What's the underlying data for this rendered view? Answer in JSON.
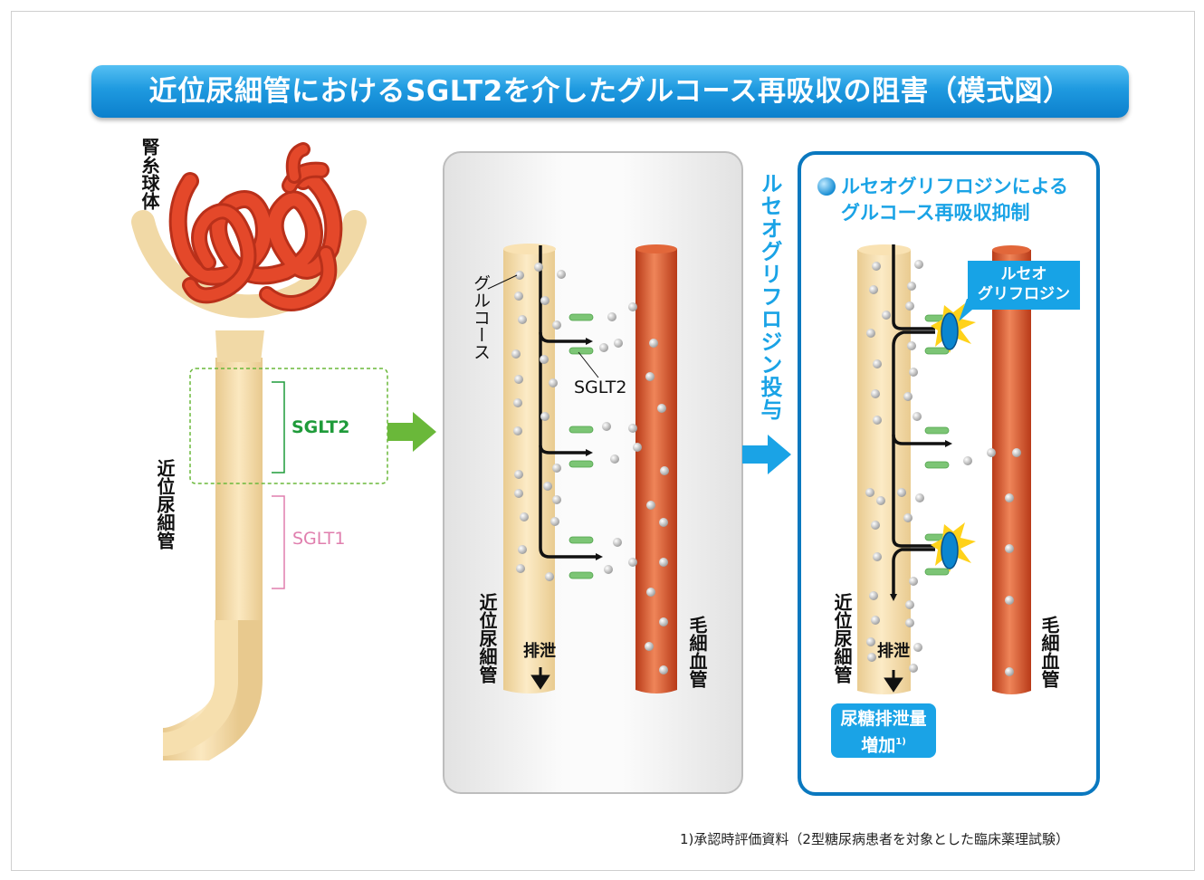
{
  "title": "近位尿細管におけるSGLT2を介したグルコース再吸収の阻害（模式図）",
  "left_diagram": {
    "glomerulus_label": "腎糸球体",
    "tubule_label": "近位尿細管",
    "sglt2_label": "SGLT2",
    "sglt1_label": "SGLT1"
  },
  "middle_panel": {
    "glucose_label": "グルコース",
    "sglt2_label": "SGLT2",
    "tubule_label": "近位尿細管",
    "capillary_label": "毛細血管",
    "excretion_label": "排泄"
  },
  "administration_label": "ルセオグリフロジン投与",
  "right_panel": {
    "heading_line1": "ルセオグリフロジンによる",
    "heading_line2": "グルコース再吸収抑制",
    "drug_callout": "ルセオ\nグリフロジン",
    "drug_callout_line1": "ルセオ",
    "drug_callout_line2": "グリフロジン",
    "tubule_label": "近位尿細管",
    "capillary_label": "毛細血管",
    "excretion_label": "排泄",
    "increase_line1": "尿糖排泄量",
    "increase_line2": "増加",
    "increase_ref": "1)"
  },
  "footnote": "1)承認時評価資料（2型糖尿病患者を対象とした臨床薬理試験）",
  "colors": {
    "title_blue": "#1f9ae0",
    "tubule_beige": "#f6dfae",
    "vessel_red": "#d2532b",
    "sglt2_green": "#1f9b3a",
    "sglt1_pink": "#e07fae",
    "arrow_green": "#6ab83a",
    "arrow_blue": "#1aa3e6",
    "panel_border_blue": "#0a78bf"
  }
}
